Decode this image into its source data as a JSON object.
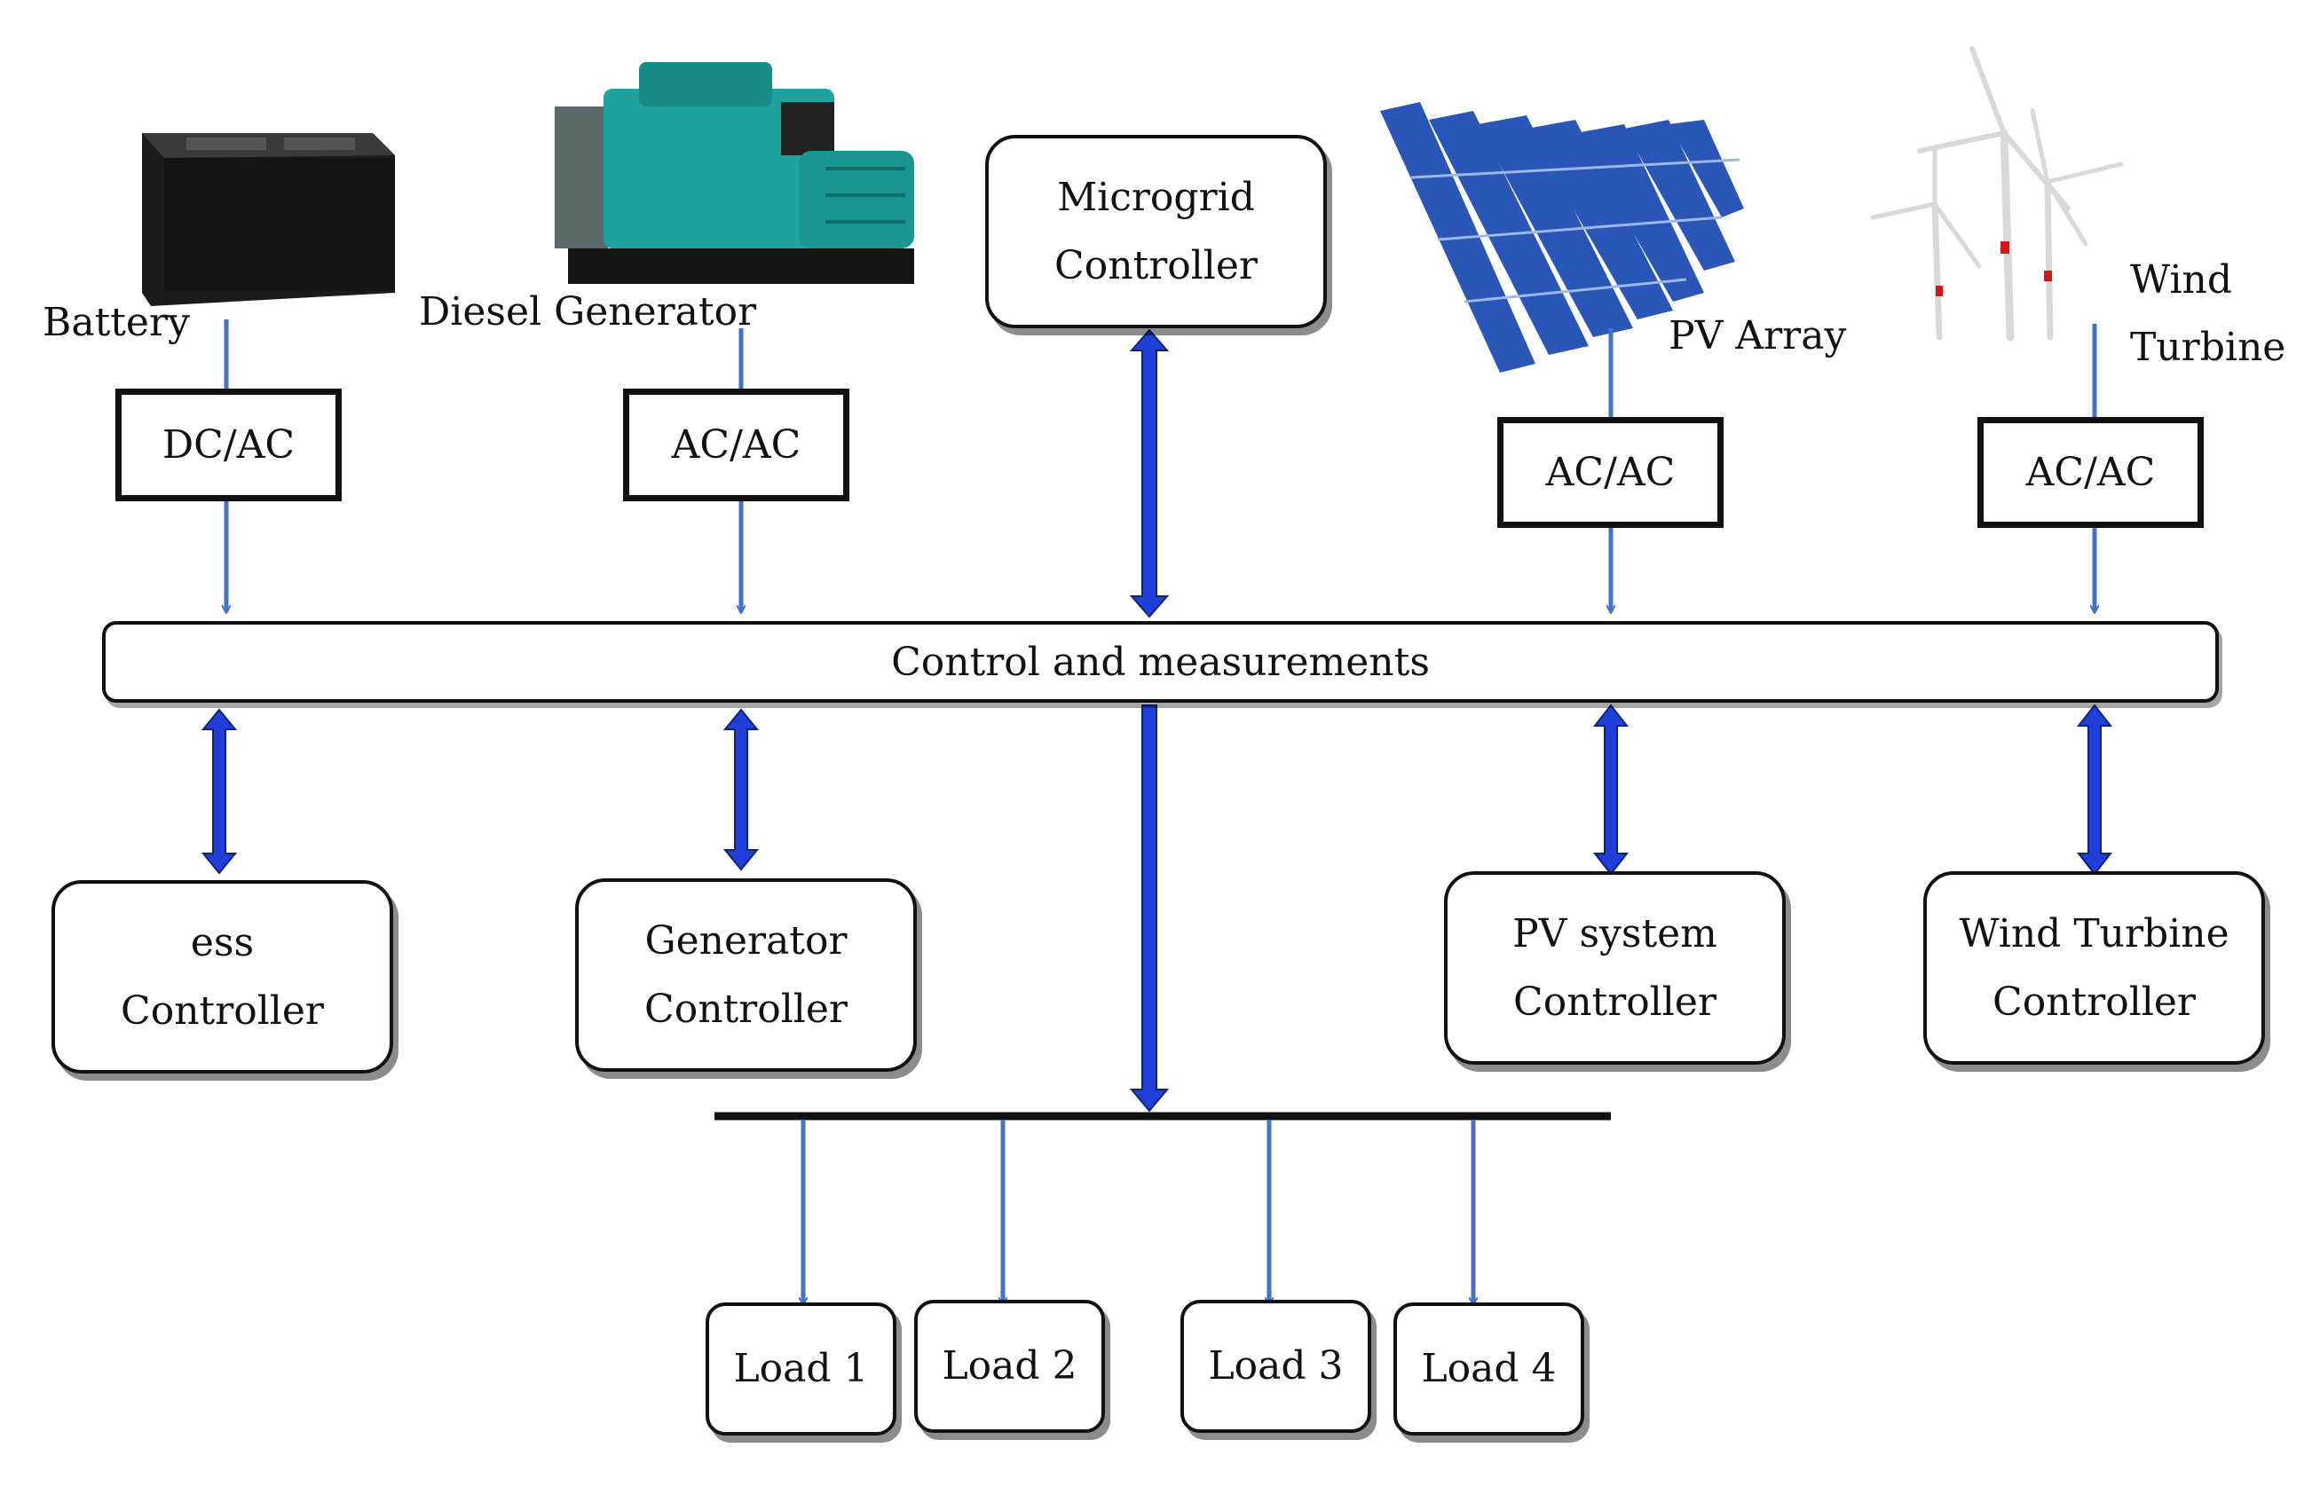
{
  "sources": {
    "battery": {
      "label": "Battery",
      "converter": "DC/AC"
    },
    "diesel": {
      "label": "Diesel Generator",
      "converter": "AC/AC"
    },
    "pv": {
      "label": "PV Array",
      "converter": "AC/AC"
    },
    "wind": {
      "label_line1": "Wind",
      "label_line2": "Turbine",
      "converter": "AC/AC"
    }
  },
  "microgrid_controller": {
    "line1": "Microgrid",
    "line2": "Controller"
  },
  "bus": {
    "label": "Control and measurements"
  },
  "controllers": {
    "ess": {
      "line1": "ess",
      "line2": "Controller"
    },
    "generator": {
      "line1": "Generator",
      "line2": "Controller"
    },
    "pv": {
      "line1": "PV system",
      "line2": "Controller"
    },
    "wind": {
      "line1": "Wind Turbine",
      "line2": "Controller"
    }
  },
  "loads": [
    "Load 1",
    "Load 2",
    "Load 3",
    "Load 4"
  ],
  "colors": {
    "arrow_thin": "#4472c4",
    "arrow_thick": "#1f3fd8",
    "outline": "#111111",
    "solar_panel": "#2a56b8",
    "generator_body": "#1fa3a0",
    "battery_body": "#1b1b1b",
    "turbine_red": "#d01818"
  }
}
